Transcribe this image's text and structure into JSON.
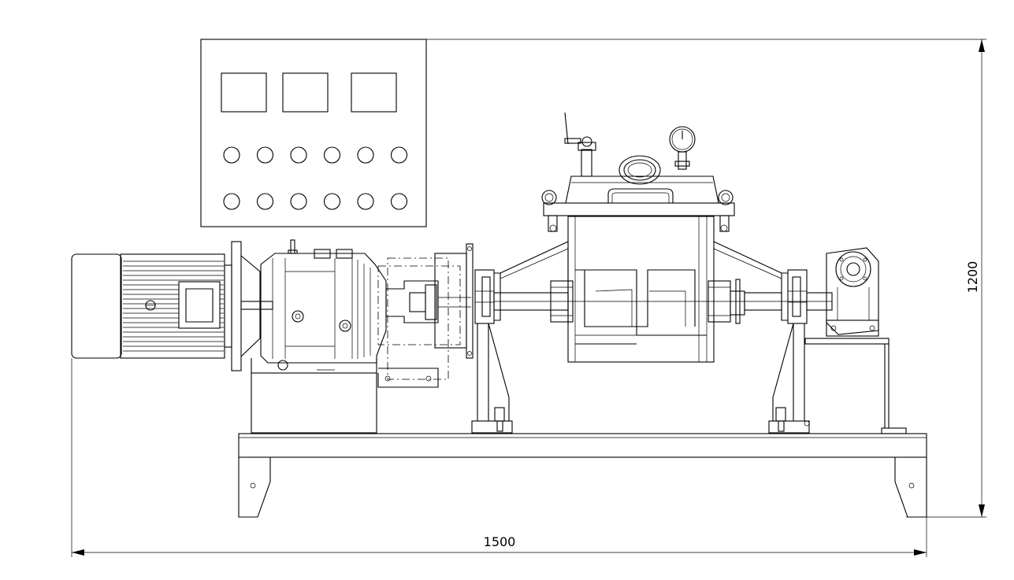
{
  "dimensions": {
    "width_label": "1500",
    "height_label": "1200"
  },
  "colors": {
    "line": "#000000",
    "background": "#ffffff"
  },
  "control_panel": {
    "display_count": 3,
    "indicator_rows": 2,
    "indicators_per_row": 6
  }
}
